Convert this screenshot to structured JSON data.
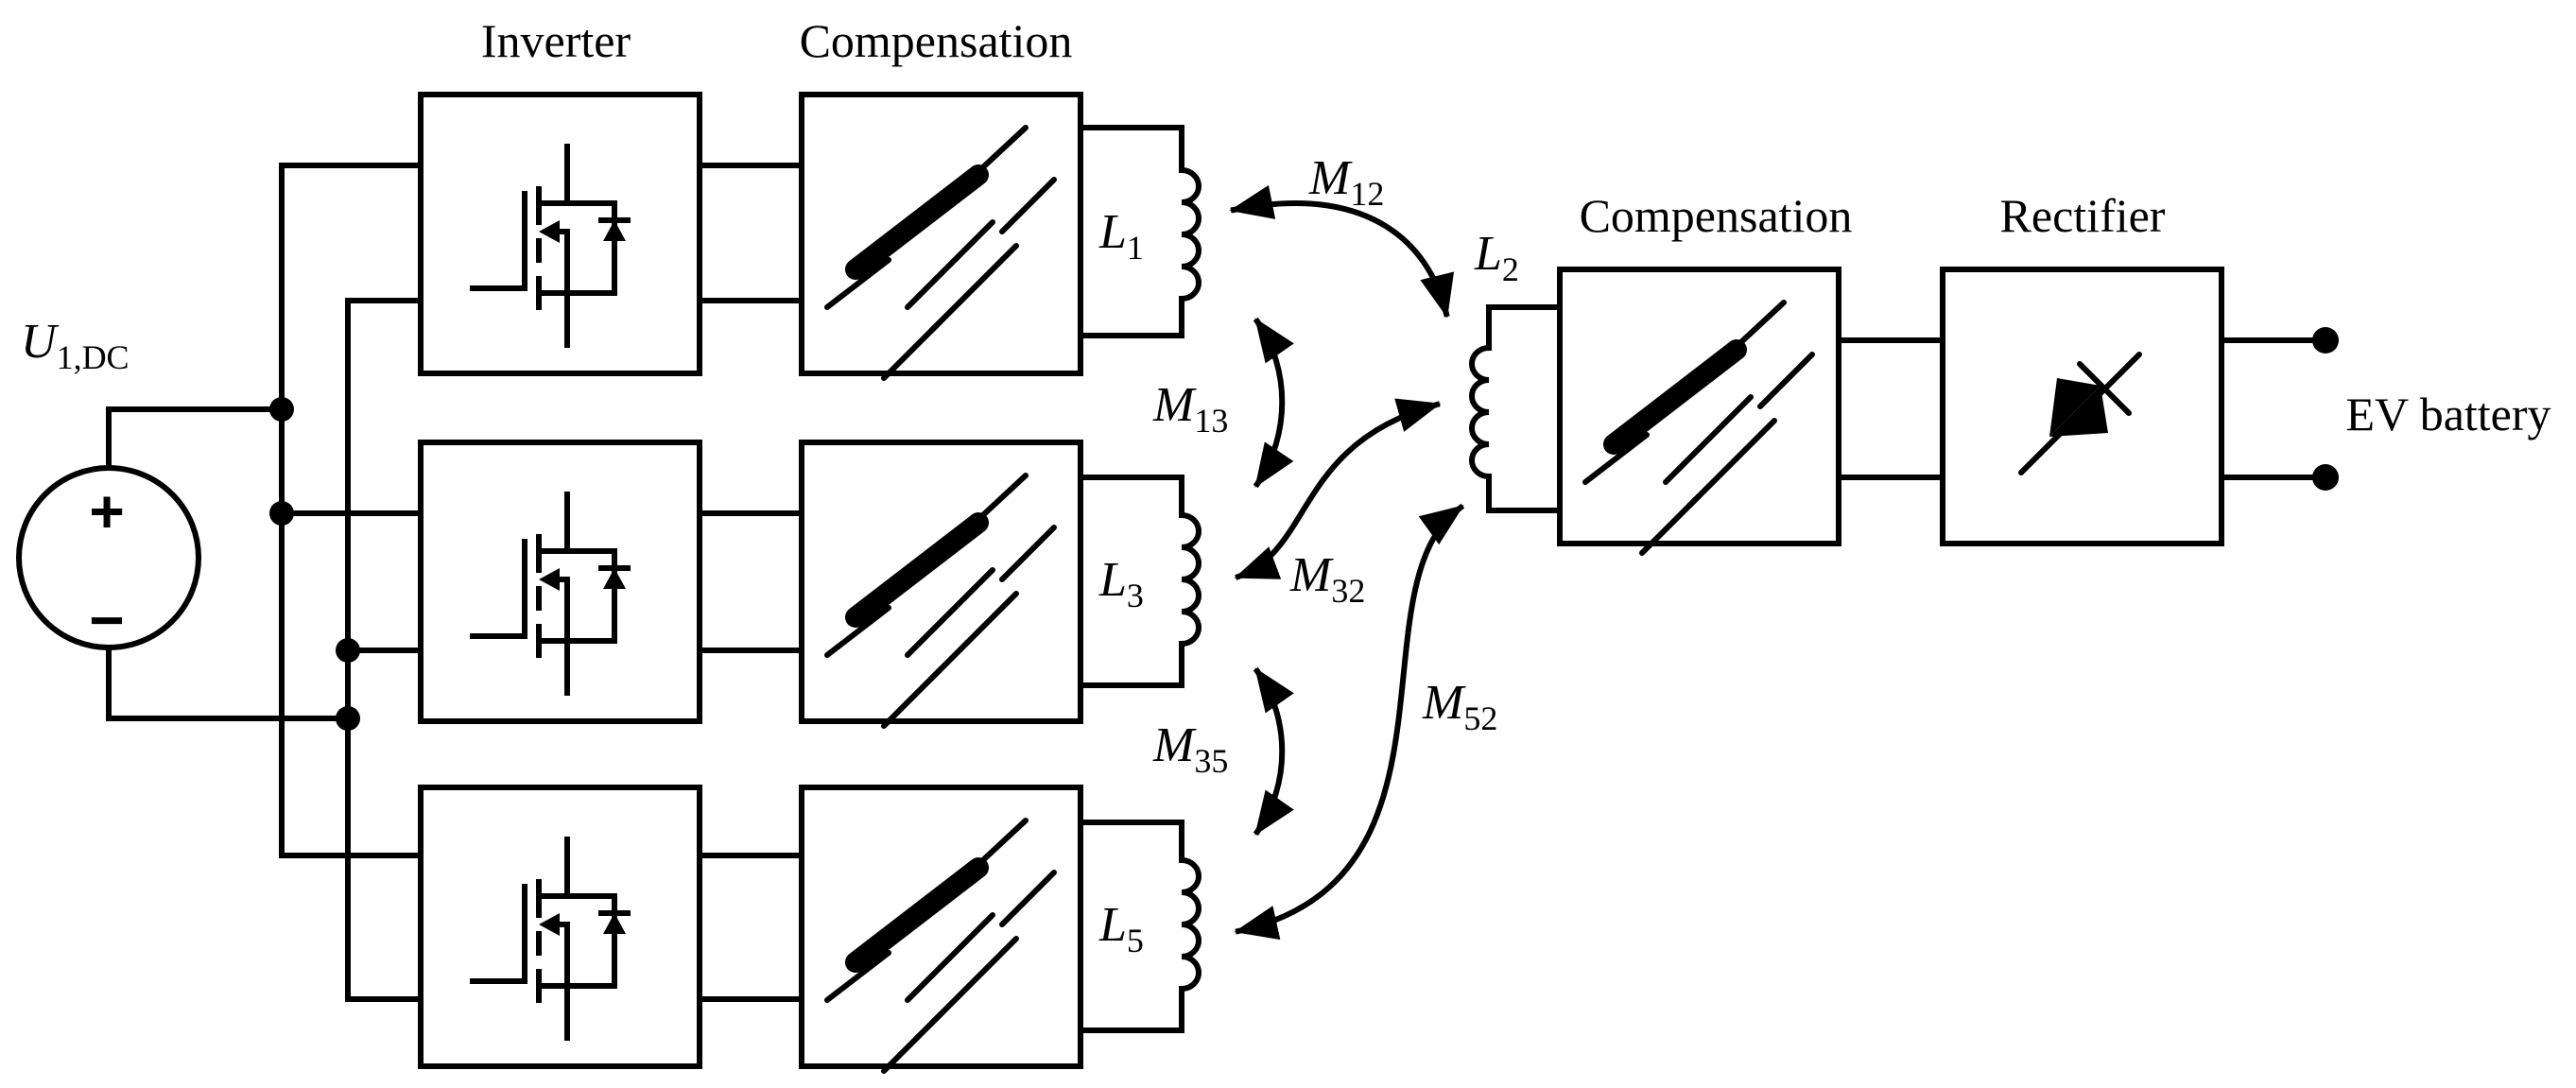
{
  "stage_labels": {
    "inverter": "Inverter",
    "compensation_primary": "Compensation",
    "compensation_secondary": "Compensation",
    "rectifier": "Rectifier",
    "load": "EV battery"
  },
  "source": {
    "symbol": "U",
    "subscript": "1,DC",
    "plus": "+",
    "minus": "−"
  },
  "coils": [
    {
      "symbol": "L",
      "subscript": "1"
    },
    {
      "symbol": "L",
      "subscript": "3"
    },
    {
      "symbol": "L",
      "subscript": "5"
    },
    {
      "symbol": "L",
      "subscript": "2"
    }
  ],
  "mutual_inductances": [
    {
      "symbol": "M",
      "subscript": "12"
    },
    {
      "symbol": "M",
      "subscript": "13"
    },
    {
      "symbol": "M",
      "subscript": "32"
    },
    {
      "symbol": "M",
      "subscript": "35"
    },
    {
      "symbol": "M",
      "subscript": "52"
    }
  ]
}
